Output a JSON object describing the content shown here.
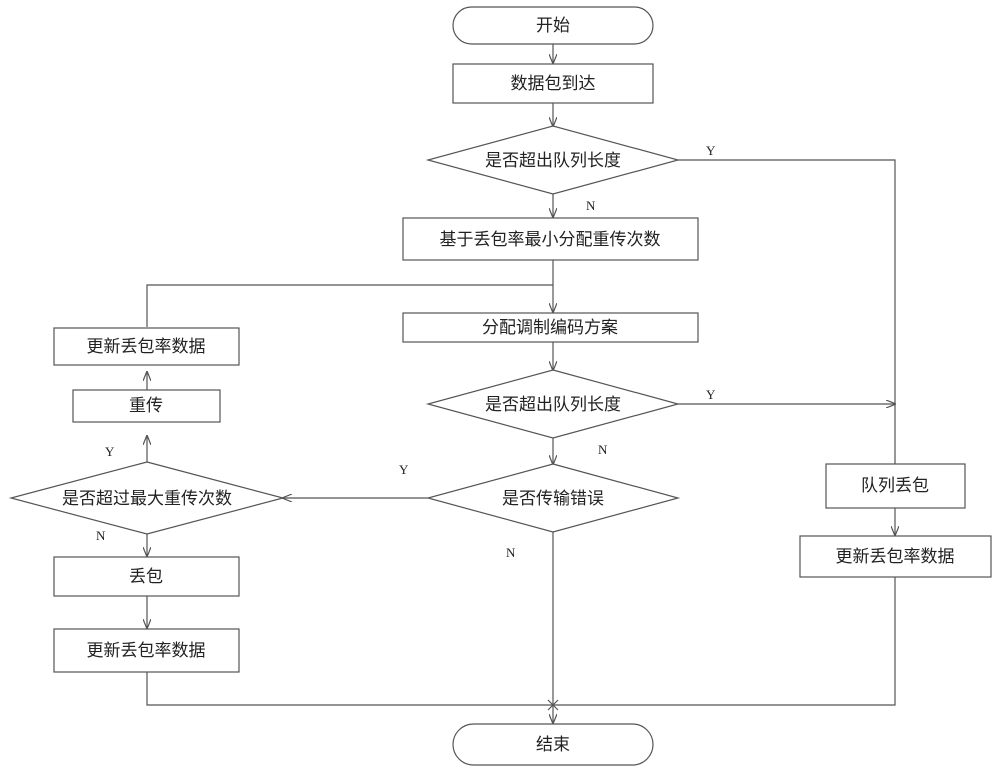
{
  "nodes": {
    "start": "开始",
    "arrive": "数据包到达",
    "check_queue_1": "是否超出队列长度",
    "allocate_retx": "基于丢包率最小分配重传次数",
    "allocate_mcs": "分配调制编码方案",
    "check_queue_2": "是否超出队列长度",
    "check_tx_error": "是否传输错误",
    "check_max_retx": "是否超过最大重传次数",
    "retransmit": "重传",
    "update_loss_top": "更新丢包率数据",
    "drop": "丢包",
    "update_loss_bottom": "更新丢包率数据",
    "queue_drop": "队列丢包",
    "update_loss_right": "更新丢包率数据",
    "end": "结束"
  },
  "edge_labels": {
    "q1_yes": "Y",
    "q1_no": "N",
    "q2_yes": "Y",
    "q2_no": "N",
    "err_yes": "Y",
    "err_no": "N",
    "max_yes": "Y",
    "max_no": "N"
  }
}
